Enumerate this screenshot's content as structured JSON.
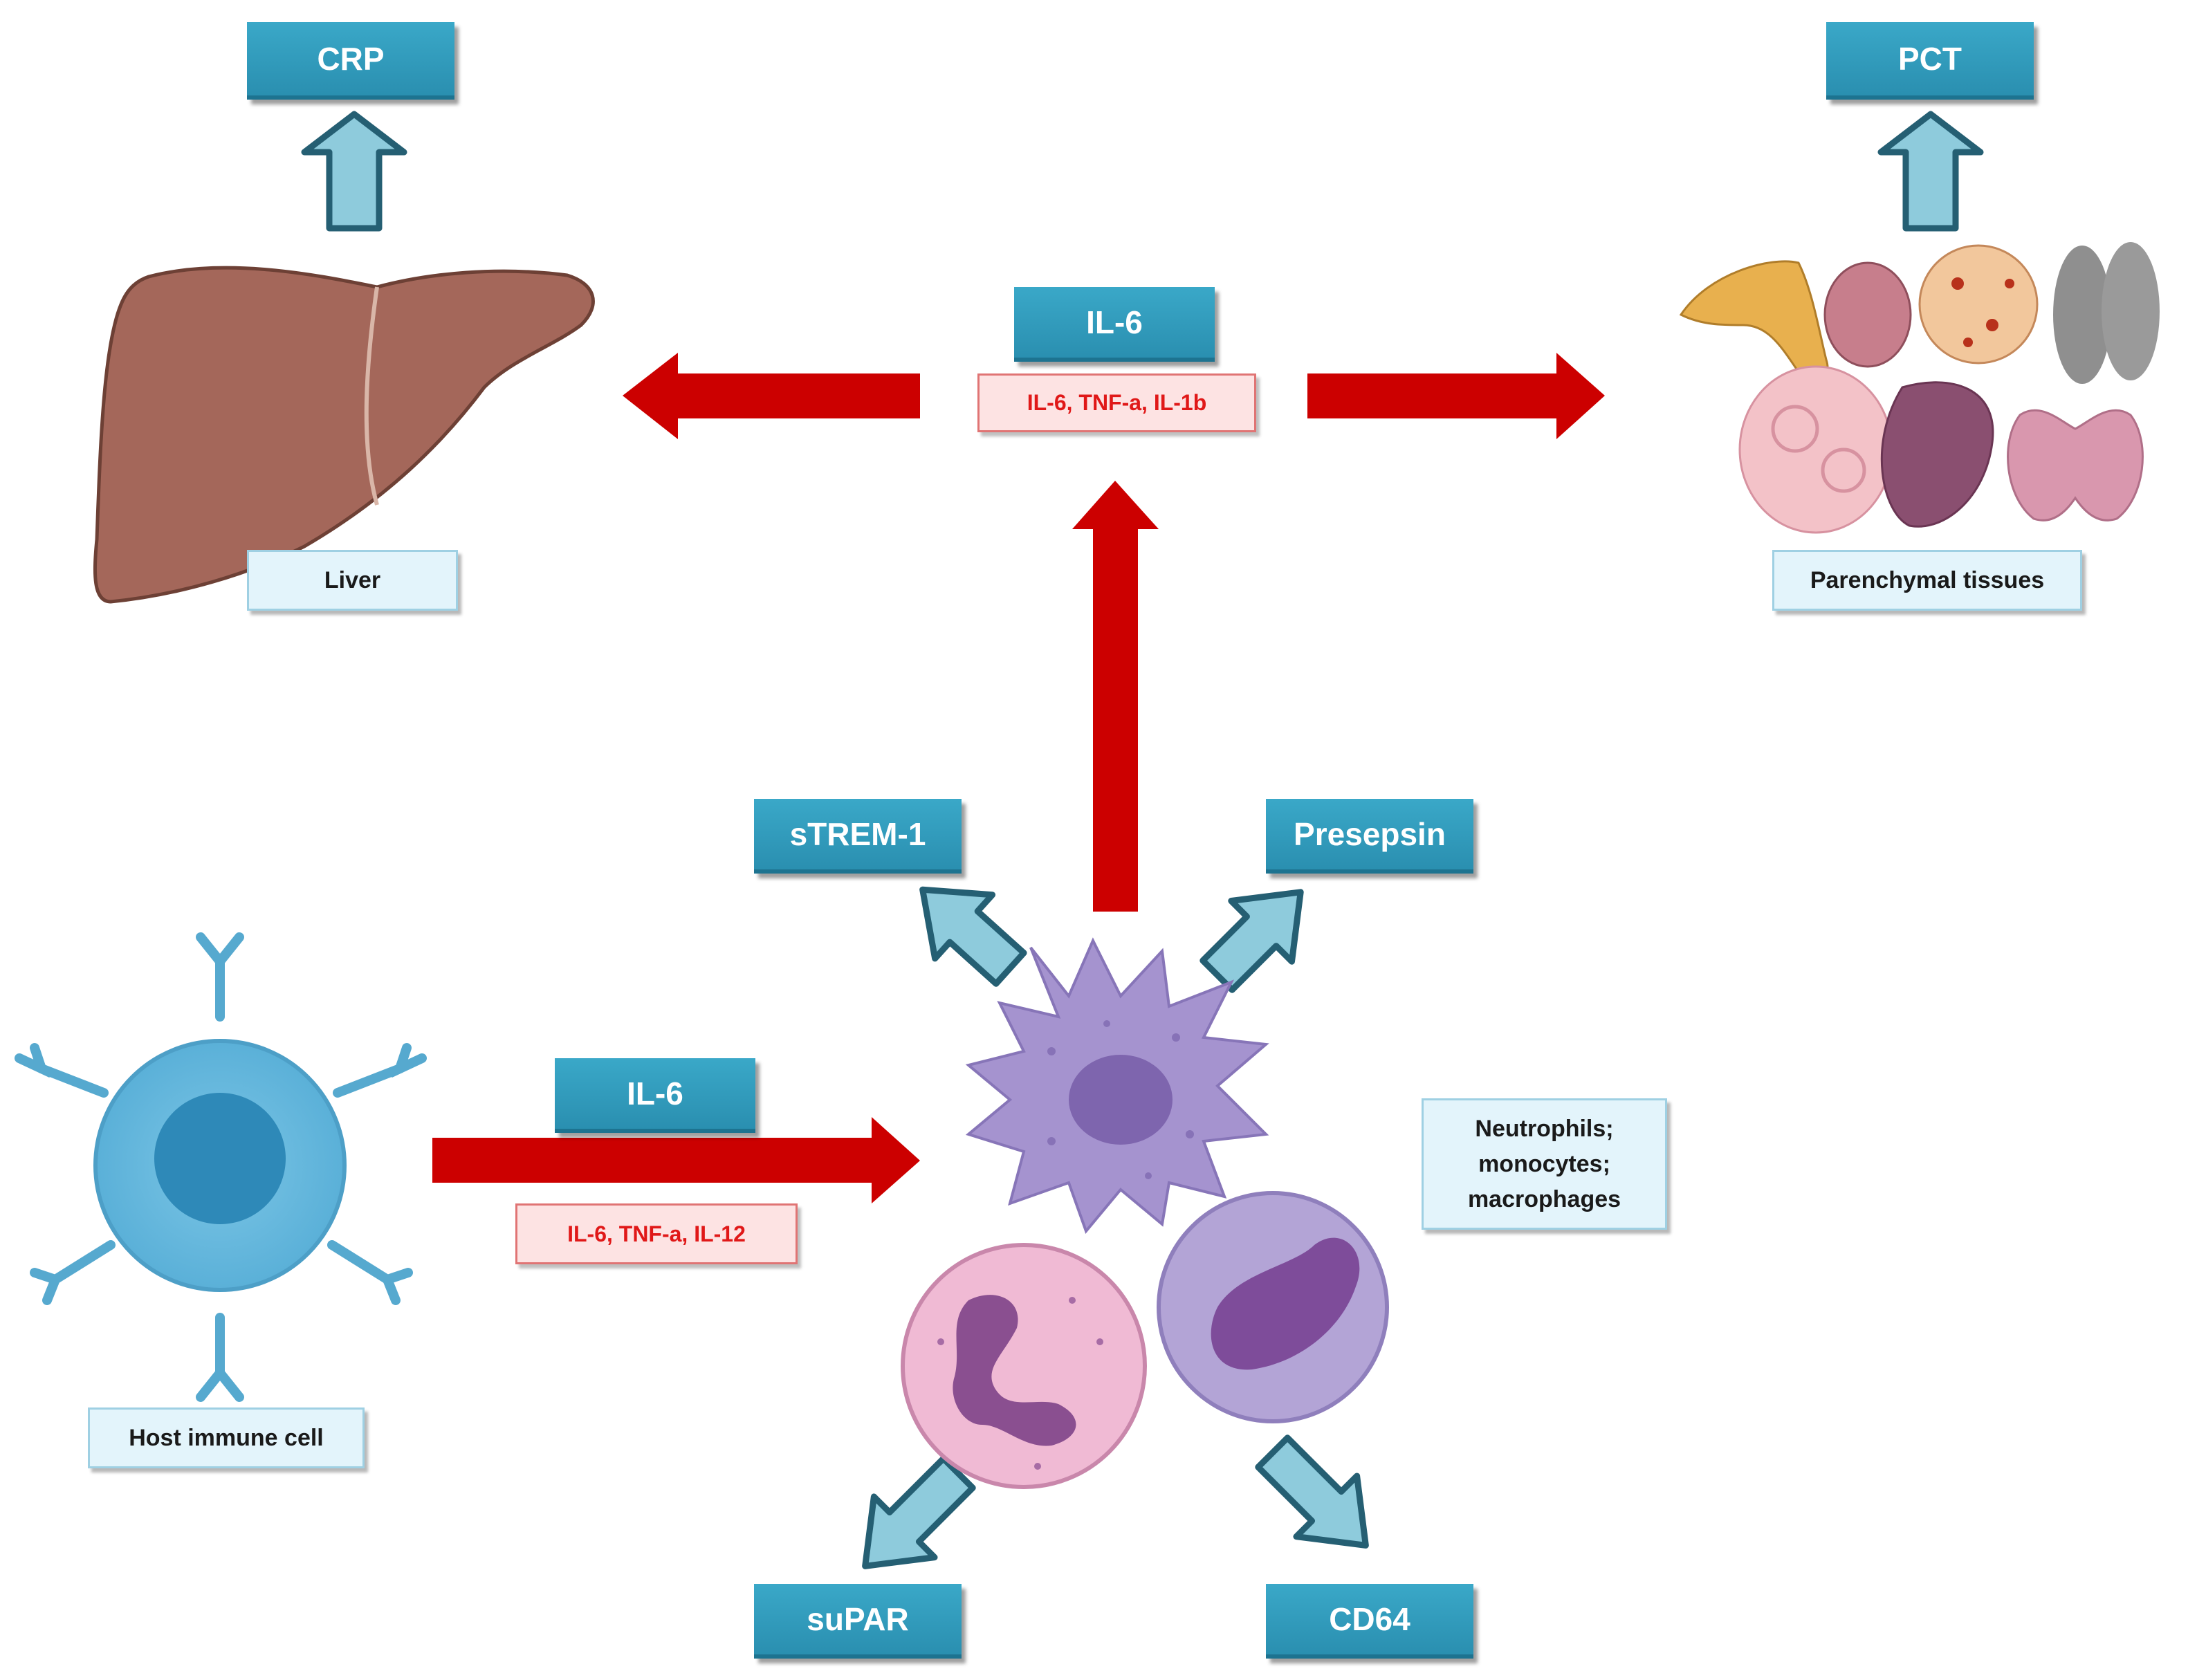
{
  "labels": {
    "crp": "CRP",
    "pct": "PCT",
    "il6_center": "IL-6",
    "cytokines_center": "IL-6, TNF-a, IL-1b",
    "liver": "Liver",
    "parenchymal": "Parenchymal tissues",
    "strem1": "sTREM-1",
    "presepsin": "Presepsin",
    "il6_left": "IL-6",
    "cytokines_left": "IL-6, TNF-a, IL-12",
    "cell_types": "Neutrophils;\nmonocytes;\nmacrophages",
    "host_immune_cell": "Host immune cell",
    "supar": "suPAR",
    "cd64": "CD64"
  },
  "colors": {
    "teal_box": "#2f9bbd",
    "red_arrow": "#cc0000",
    "blue_arrow": "#8ecbdc",
    "red_text": "#e01818"
  },
  "icons": {
    "liver": "liver-icon",
    "organs": "organs-icon",
    "immune_cell": "antibody-cell-icon",
    "macrophage": "macrophage-icon",
    "neutrophil": "neutrophil-icon",
    "monocyte": "monocyte-icon"
  }
}
